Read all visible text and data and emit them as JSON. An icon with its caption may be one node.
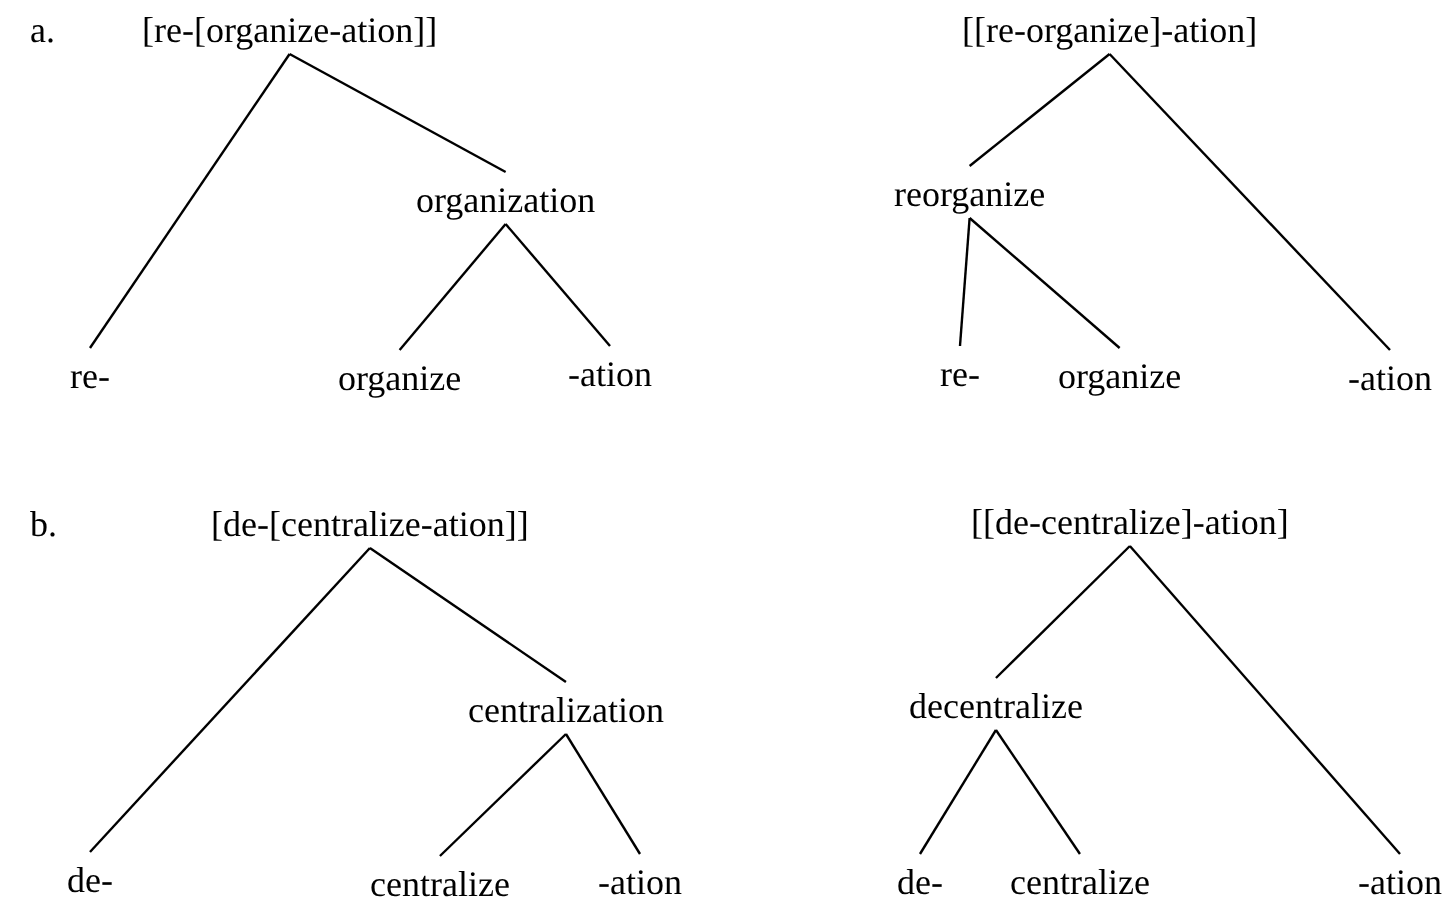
{
  "diagram": {
    "nodes": [
      {
        "text": [
          "[re-[organize-ation]]"
        ]
      },
      {
        "text": [
          "organization"
        ]
      },
      {
        "text": [
          "re-"
        ]
      },
      {
        "text": [
          "organize"
        ]
      },
      {
        "text": [
          "-ation"
        ]
      },
      {
        "text": [
          "[[re-organize]-ation]"
        ]
      },
      {
        "text": [
          "reorganize"
        ]
      },
      {
        "text": [
          "re-"
        ]
      },
      {
        "text": [
          "organize"
        ]
      },
      {
        "text": [
          "-ation"
        ]
      },
      {
        "text": [
          "[de-[centralize-ation]]"
        ]
      },
      {
        "text": [
          "centralization"
        ]
      },
      {
        "text": [
          "de-"
        ]
      },
      {
        "text": [
          "centralize"
        ]
      },
      {
        "text": [
          "-ation"
        ]
      },
      {
        "text": [
          "[[de-centralize]-ation]"
        ]
      },
      {
        "text": [
          "decentralize"
        ]
      },
      {
        "text": [
          "de-"
        ]
      },
      {
        "text": [
          "centralize"
        ]
      },
      {
        "text": [
          "-ation"
        ]
      }
    ],
    "edges": [
      {
        "from": 0,
        "to": 2,
        "arrow": "none"
      },
      {
        "from": 0,
        "to": 1,
        "arrow": "none"
      },
      {
        "from": 1,
        "to": 3,
        "arrow": "none"
      },
      {
        "from": 1,
        "to": 4,
        "arrow": "none"
      },
      {
        "from": 5,
        "to": 6,
        "arrow": "none"
      },
      {
        "from": 5,
        "to": 9,
        "arrow": "none"
      },
      {
        "from": 6,
        "to": 7,
        "arrow": "none"
      },
      {
        "from": 6,
        "to": 8,
        "arrow": "none"
      },
      {
        "from": 10,
        "to": 12,
        "arrow": "none"
      },
      {
        "from": 10,
        "to": 11,
        "arrow": "none"
      },
      {
        "from": 11,
        "to": 13,
        "arrow": "none"
      },
      {
        "from": 11,
        "to": 14,
        "arrow": "none"
      },
      {
        "from": 15,
        "to": 16,
        "arrow": "none"
      },
      {
        "from": 15,
        "to": 19,
        "arrow": "none"
      },
      {
        "from": 16,
        "to": 17,
        "arrow": "none"
      },
      {
        "from": 16,
        "to": 18,
        "arrow": "none"
      }
    ],
    "labels": [
      "a.",
      "b."
    ]
  }
}
